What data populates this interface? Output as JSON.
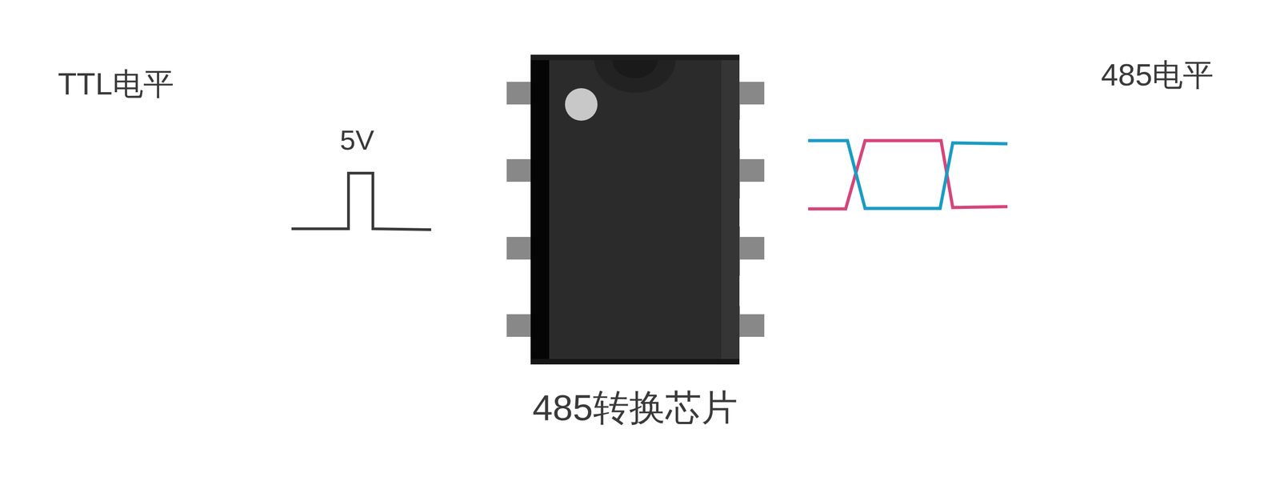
{
  "diagram": {
    "nodes": [
      {
        "text": [
          "485转换芯片"
        ]
      }
    ],
    "labels": [
      "TTL电平",
      "5V",
      "485电平"
    ]
  }
}
